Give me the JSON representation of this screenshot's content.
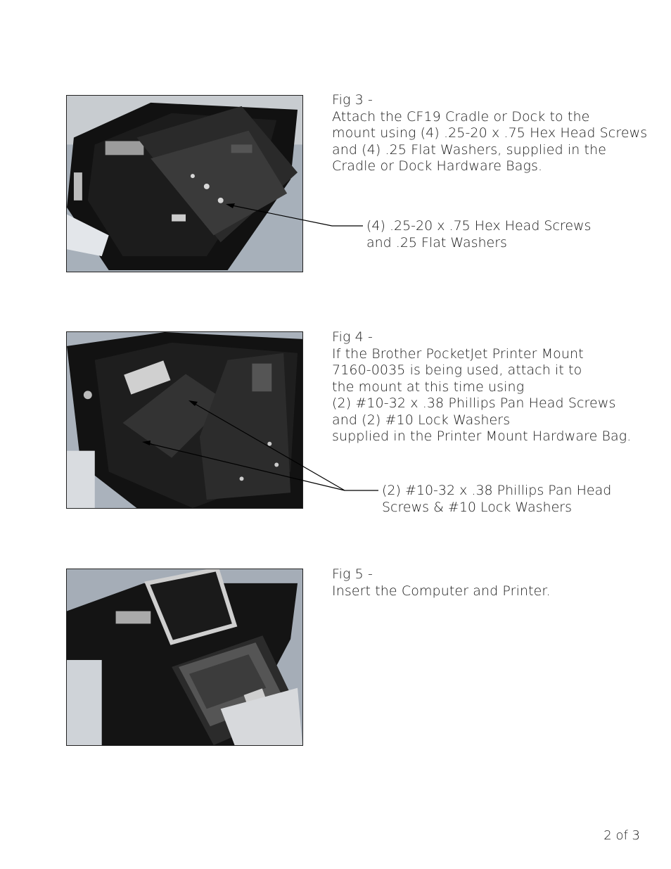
{
  "figures": [
    {
      "heading": "Fig 3 -",
      "lines": [
        "Attach the CF19 Cradle or Dock to the",
        "mount using (4) .25-20 x .75 Hex Head Screws",
        "and (4) .25 Flat Washers, supplied in the",
        "Cradle or Dock Hardware Bags."
      ],
      "callout": [
        "(4) .25-20 x .75 Hex Head Screws",
        "and .25 Flat Washers"
      ]
    },
    {
      "heading": "Fig 4 -",
      "lines": [
        "If the Brother PocketJet Printer Mount",
        "7160-0035 is being used, attach it to",
        "the mount at this time using",
        "(2) #10-32 x .38 Phillips Pan Head Screws",
        "and (2) #10 Lock Washers",
        "supplied in the Printer Mount Hardware Bag."
      ],
      "callout": [
        "(2) #10-32 x .38 Phillips Pan Head",
        "Screws & #10 Lock Washers"
      ]
    },
    {
      "heading": "Fig 5 -",
      "lines": [
        "Insert the Computer and Printer."
      ]
    }
  ],
  "page_number": "2 of 3"
}
